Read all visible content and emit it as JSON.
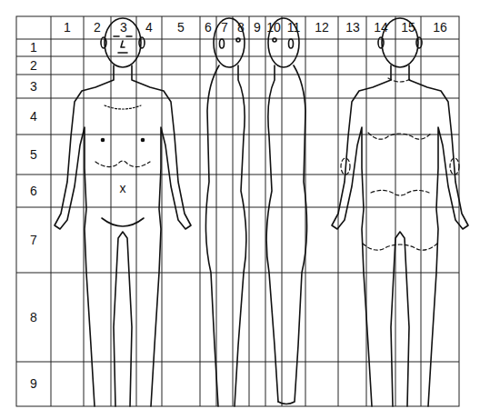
{
  "diagram": {
    "labels": [
      "1",
      "2",
      "3",
      "4",
      "5",
      "6",
      "7",
      "8",
      "9",
      "10",
      "11",
      "12",
      "13",
      "14",
      "15",
      "16",
      "1",
      "2",
      "3",
      "4",
      "5",
      "6",
      "7",
      "8",
      "9",
      "x"
    ]
  }
}
